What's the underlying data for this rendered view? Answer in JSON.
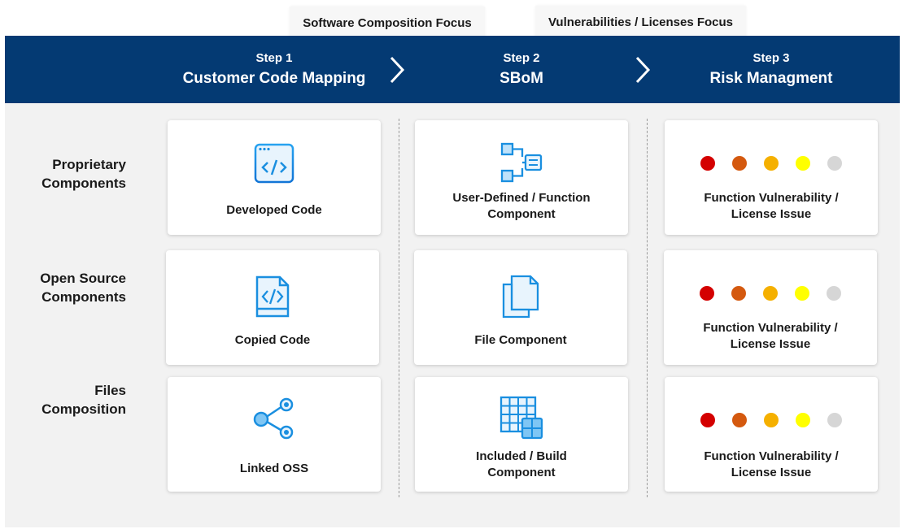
{
  "focus_tabs": {
    "composition": "Software Composition Focus",
    "vulnerabilities": "Vulnerabilities / Licenses Focus"
  },
  "steps": [
    {
      "num": "Step 1",
      "name": "Customer Code Mapping"
    },
    {
      "num": "Step 2",
      "name": "SBoM"
    },
    {
      "num": "Step 3",
      "name": "Risk Managment"
    }
  ],
  "rows": [
    {
      "label_line1": "Proprietary",
      "label_line2": "Components"
    },
    {
      "label_line1": "Open Source",
      "label_line2": "Components"
    },
    {
      "label_line1": "Files",
      "label_line2": "Composition"
    }
  ],
  "cards": {
    "step1": [
      {
        "label": "Developed Code",
        "icon": "code-window-icon"
      },
      {
        "label": "Copied Code",
        "icon": "code-file-icon"
      },
      {
        "label": "Linked OSS",
        "icon": "share-nodes-icon"
      }
    ],
    "step2": [
      {
        "line1": "User-Defined / Function",
        "line2": "Component",
        "icon": "flow-diagram-icon"
      },
      {
        "line1": "File Component",
        "line2": "",
        "icon": "documents-icon"
      },
      {
        "line1": "Included / Build",
        "line2": "Component",
        "icon": "grid-table-icon"
      }
    ],
    "step3": [
      {
        "line1": "Function Vulnerability /",
        "line2": "License Issue"
      },
      {
        "line1": "Function Vulnerability /",
        "line2": "License Issue"
      },
      {
        "line1": "Function Vulnerability /",
        "line2": "License Issue"
      }
    ]
  },
  "severity_colors": [
    "#d40000",
    "#d4590f",
    "#f5b000",
    "#ffff00",
    "#d6d6d6"
  ],
  "colors": {
    "header": "#043a73",
    "icon_blue": "#1a8fe0",
    "background": "#f2f2f2"
  }
}
